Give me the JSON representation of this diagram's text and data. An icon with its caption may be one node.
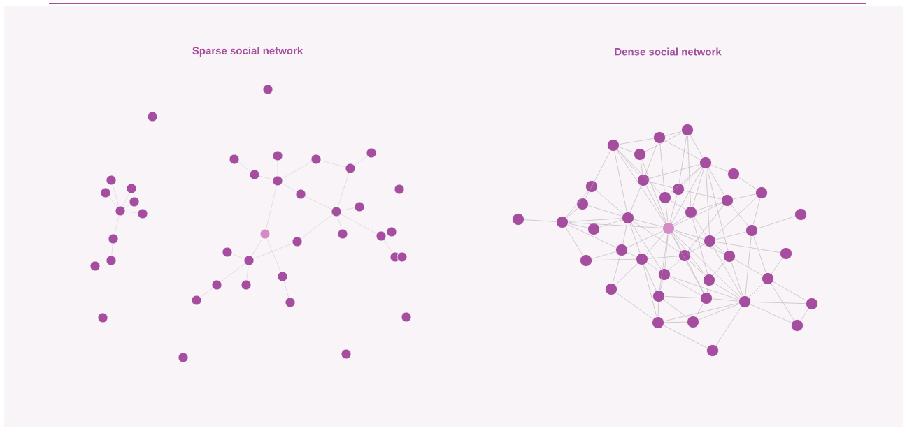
{
  "diagram": {
    "nodes": [
      {
        "text": [],
        "shape": "circle"
      },
      {
        "text": [],
        "shape": "circle"
      },
      {
        "text": [],
        "shape": "circle"
      },
      {
        "text": [],
        "shape": "circle"
      },
      {
        "text": [],
        "shape": "circle"
      },
      {
        "text": [],
        "shape": "circle"
      },
      {
        "text": [],
        "shape": "circle"
      },
      {
        "text": [],
        "shape": "circle"
      },
      {
        "text": [],
        "shape": "circle"
      },
      {
        "text": [],
        "shape": "circle"
      },
      {
        "text": [],
        "shape": "circle"
      },
      {
        "text": [],
        "shape": "circle"
      },
      {
        "text": [],
        "shape": "circle"
      },
      {
        "text": [],
        "shape": "circle"
      },
      {
        "text": [],
        "shape": "circle"
      },
      {
        "text": [],
        "shape": "circle"
      },
      {
        "text": [],
        "shape": "circle"
      },
      {
        "text": [],
        "shape": "circle"
      },
      {
        "text": [],
        "shape": "circle"
      },
      {
        "text": [],
        "shape": "circle"
      },
      {
        "text": [],
        "shape": "circle"
      },
      {
        "text": [],
        "shape": "circle"
      },
      {
        "text": [],
        "shape": "circle"
      },
      {
        "text": [],
        "shape": "circle"
      },
      {
        "text": [],
        "shape": "circle"
      },
      {
        "text": [],
        "shape": "circle"
      },
      {
        "text": [],
        "shape": "circle"
      },
      {
        "text": [],
        "shape": "circle"
      },
      {
        "text": [],
        "shape": "circle"
      },
      {
        "text": [],
        "shape": "circle"
      },
      {
        "text": [],
        "shape": "circle"
      },
      {
        "text": [],
        "shape": "circle"
      },
      {
        "text": [],
        "shape": "circle"
      },
      {
        "text": [],
        "shape": "circle"
      },
      {
        "text": [],
        "shape": "circle"
      },
      {
        "text": [],
        "shape": "circle"
      },
      {
        "text": [],
        "shape": "circle"
      },
      {
        "text": [],
        "shape": "circle"
      },
      {
        "text": [],
        "shape": "circle"
      },
      {
        "text": [],
        "shape": "circle"
      },
      {
        "text": [],
        "shape": "circle"
      },
      {
        "text": [],
        "shape": "circle"
      },
      {
        "text": [],
        "shape": "circle"
      },
      {
        "text": [],
        "shape": "circle"
      },
      {
        "text": [],
        "shape": "circle"
      },
      {
        "text": [],
        "shape": "circle"
      },
      {
        "text": [],
        "shape": "circle"
      },
      {
        "text": [],
        "shape": "circle"
      },
      {
        "text": [],
        "shape": "circle"
      },
      {
        "text": [],
        "shape": "circle"
      },
      {
        "text": [],
        "shape": "circle"
      },
      {
        "text": [],
        "shape": "circle"
      },
      {
        "text": [],
        "shape": "circle"
      },
      {
        "text": [],
        "shape": "circle"
      },
      {
        "text": [],
        "shape": "circle"
      },
      {
        "text": [],
        "shape": "circle"
      },
      {
        "text": [],
        "shape": "circle"
      },
      {
        "text": [],
        "shape": "circle"
      },
      {
        "text": [],
        "shape": "circle"
      },
      {
        "text": [],
        "shape": "circle"
      },
      {
        "text": [],
        "shape": "circle"
      },
      {
        "text": [],
        "shape": "circle"
      },
      {
        "text": [],
        "shape": "circle"
      },
      {
        "text": [],
        "shape": "circle"
      },
      {
        "text": [],
        "shape": "circle"
      },
      {
        "text": [],
        "shape": "circle"
      },
      {
        "text": [],
        "shape": "circle"
      },
      {
        "text": [],
        "shape": "circle"
      },
      {
        "text": [],
        "shape": "circle"
      },
      {
        "text": [],
        "shape": "circle"
      },
      {
        "text": [],
        "shape": "circle"
      },
      {
        "text": [],
        "shape": "circle"
      },
      {
        "text": [],
        "shape": "circle"
      },
      {
        "text": [],
        "shape": "circle"
      },
      {
        "text": [],
        "shape": "circle"
      },
      {
        "text": [],
        "shape": "circle"
      },
      {
        "text": [],
        "shape": "circle"
      },
      {
        "text": [],
        "shape": "circle"
      },
      {
        "text": [],
        "shape": "circle"
      },
      {
        "text": [],
        "shape": "circle"
      }
    ],
    "edges": [
      {
        "from": 2,
        "to": 6,
        "arrow": "none",
        "color": "#d9cdd6"
      },
      {
        "from": 3,
        "to": 6,
        "arrow": "none",
        "color": "#d9cdd6"
      },
      {
        "from": 4,
        "to": 6,
        "arrow": "none",
        "color": "#d9cdd6"
      },
      {
        "from": 5,
        "to": 6,
        "arrow": "none",
        "color": "#d9cdd6"
      },
      {
        "from": 6,
        "to": 7,
        "arrow": "none",
        "color": "#d9cdd6"
      },
      {
        "from": 6,
        "to": 8,
        "arrow": "none",
        "color": "#d9cdd6"
      },
      {
        "from": 8,
        "to": 9,
        "arrow": "none",
        "color": "#d9cdd6"
      },
      {
        "from": 13,
        "to": 17,
        "arrow": "none",
        "color": "#d9cdd6"
      },
      {
        "from": 17,
        "to": 18,
        "arrow": "none",
        "color": "#d9cdd6"
      },
      {
        "from": 14,
        "to": 18,
        "arrow": "none",
        "color": "#d9cdd6"
      },
      {
        "from": 18,
        "to": 15,
        "arrow": "none",
        "color": "#d9cdd6"
      },
      {
        "from": 15,
        "to": 19,
        "arrow": "none",
        "color": "#d9cdd6"
      },
      {
        "from": 19,
        "to": 16,
        "arrow": "none",
        "color": "#d9cdd6"
      },
      {
        "from": 19,
        "to": 22,
        "arrow": "none",
        "color": "#d9cdd6"
      },
      {
        "from": 18,
        "to": 20,
        "arrow": "none",
        "color": "#d9cdd6"
      },
      {
        "from": 20,
        "to": 22,
        "arrow": "none",
        "color": "#d9cdd6"
      },
      {
        "from": 22,
        "to": 23,
        "arrow": "none",
        "color": "#d9cdd6"
      },
      {
        "from": 22,
        "to": 25,
        "arrow": "none",
        "color": "#d9cdd6"
      },
      {
        "from": 22,
        "to": 26,
        "arrow": "none",
        "color": "#d9cdd6"
      },
      {
        "from": 26,
        "to": 31,
        "arrow": "none",
        "color": "#d9cdd6"
      },
      {
        "from": 18,
        "to": 24,
        "arrow": "none",
        "color": "#d9cdd6"
      },
      {
        "from": 24,
        "to": 30,
        "arrow": "none",
        "color": "#d9cdd6"
      },
      {
        "from": 24,
        "to": 33,
        "arrow": "none",
        "color": "#d9cdd6"
      },
      {
        "from": 33,
        "to": 37,
        "arrow": "none",
        "color": "#d9cdd6"
      },
      {
        "from": 22,
        "to": 28,
        "arrow": "none",
        "color": "#d9cdd6"
      },
      {
        "from": 28,
        "to": 30,
        "arrow": "none",
        "color": "#d9cdd6"
      },
      {
        "from": 29,
        "to": 30,
        "arrow": "none",
        "color": "#d9cdd6"
      },
      {
        "from": 30,
        "to": 34,
        "arrow": "none",
        "color": "#d9cdd6"
      },
      {
        "from": 34,
        "to": 36,
        "arrow": "none",
        "color": "#d9cdd6"
      },
      {
        "from": 30,
        "to": 35,
        "arrow": "none",
        "color": "#d9cdd6"
      },
      {
        "from": 40,
        "to": 41,
        "arrow": "none"
      },
      {
        "from": 41,
        "to": 47,
        "arrow": "none"
      },
      {
        "from": 41,
        "to": 48,
        "arrow": "none"
      },
      {
        "from": 41,
        "to": 56,
        "arrow": "none"
      },
      {
        "from": 41,
        "to": 57,
        "arrow": "none"
      },
      {
        "from": 41,
        "to": 66,
        "arrow": "none"
      },
      {
        "from": 41,
        "to": 58,
        "arrow": "none"
      },
      {
        "from": 41,
        "to": 61,
        "arrow": "none"
      },
      {
        "from": 42,
        "to": 44,
        "arrow": "none"
      },
      {
        "from": 42,
        "to": 43,
        "arrow": "none"
      },
      {
        "from": 42,
        "to": 46,
        "arrow": "none"
      },
      {
        "from": 42,
        "to": 56,
        "arrow": "none"
      },
      {
        "from": 42,
        "to": 48,
        "arrow": "none"
      },
      {
        "from": 42,
        "to": 58,
        "arrow": "none"
      },
      {
        "from": 42,
        "to": 49,
        "arrow": "none"
      },
      {
        "from": 43,
        "to": 46,
        "arrow": "none"
      },
      {
        "from": 43,
        "to": 58,
        "arrow": "none"
      },
      {
        "from": 43,
        "to": 45,
        "arrow": "none"
      },
      {
        "from": 44,
        "to": 45,
        "arrow": "none"
      },
      {
        "from": 44,
        "to": 49,
        "arrow": "none"
      },
      {
        "from": 44,
        "to": 51,
        "arrow": "none"
      },
      {
        "from": 44,
        "to": 46,
        "arrow": "none"
      },
      {
        "from": 45,
        "to": 51,
        "arrow": "none"
      },
      {
        "from": 45,
        "to": 50,
        "arrow": "none"
      },
      {
        "from": 45,
        "to": 55,
        "arrow": "none"
      },
      {
        "from": 46,
        "to": 56,
        "arrow": "none"
      },
      {
        "from": 46,
        "to": 58,
        "arrow": "none"
      },
      {
        "from": 46,
        "to": 50,
        "arrow": "none"
      },
      {
        "from": 46,
        "to": 51,
        "arrow": "none"
      },
      {
        "from": 47,
        "to": 56,
        "arrow": "none"
      },
      {
        "from": 48,
        "to": 56,
        "arrow": "none"
      },
      {
        "from": 49,
        "to": 58,
        "arrow": "none"
      },
      {
        "from": 49,
        "to": 51,
        "arrow": "none"
      },
      {
        "from": 49,
        "to": 55,
        "arrow": "none"
      },
      {
        "from": 50,
        "to": 58,
        "arrow": "none"
      },
      {
        "from": 50,
        "to": 51,
        "arrow": "none"
      },
      {
        "from": 50,
        "to": 54,
        "arrow": "none"
      },
      {
        "from": 51,
        "to": 52,
        "arrow": "none"
      },
      {
        "from": 51,
        "to": 58,
        "arrow": "none"
      },
      {
        "from": 51,
        "to": 54,
        "arrow": "none"
      },
      {
        "from": 51,
        "to": 55,
        "arrow": "none"
      },
      {
        "from": 51,
        "to": 63,
        "arrow": "none"
      },
      {
        "from": 51,
        "to": 65,
        "arrow": "none"
      },
      {
        "from": 52,
        "to": 53,
        "arrow": "none"
      },
      {
        "from": 53,
        "to": 54,
        "arrow": "none"
      },
      {
        "from": 53,
        "to": 60,
        "arrow": "none"
      },
      {
        "from": 53,
        "to": 63,
        "arrow": "none"
      },
      {
        "from": 54,
        "to": 58,
        "arrow": "none"
      },
      {
        "from": 54,
        "to": 55,
        "arrow": "none"
      },
      {
        "from": 54,
        "to": 60,
        "arrow": "none"
      },
      {
        "from": 54,
        "to": 64,
        "arrow": "none"
      },
      {
        "from": 55,
        "to": 58,
        "arrow": "none"
      },
      {
        "from": 55,
        "to": 63,
        "arrow": "none"
      },
      {
        "from": 55,
        "to": 69,
        "arrow": "none"
      },
      {
        "from": 56,
        "to": 58,
        "arrow": "none"
      },
      {
        "from": 56,
        "to": 61,
        "arrow": "none"
      },
      {
        "from": 56,
        "to": 62,
        "arrow": "none"
      },
      {
        "from": 56,
        "to": 64,
        "arrow": "none"
      },
      {
        "from": 56,
        "to": 67,
        "arrow": "none"
      },
      {
        "from": 56,
        "to": 57,
        "arrow": "none"
      },
      {
        "from": 58,
        "to": 61,
        "arrow": "none"
      },
      {
        "from": 58,
        "to": 62,
        "arrow": "none"
      },
      {
        "from": 58,
        "to": 63,
        "arrow": "none"
      },
      {
        "from": 58,
        "to": 64,
        "arrow": "none"
      },
      {
        "from": 58,
        "to": 65,
        "arrow": "none"
      },
      {
        "from": 58,
        "to": 67,
        "arrow": "none"
      },
      {
        "from": 58,
        "to": 69,
        "arrow": "none"
      },
      {
        "from": 58,
        "to": 72,
        "arrow": "none"
      },
      {
        "from": 58,
        "to": 73,
        "arrow": "none"
      },
      {
        "from": 58,
        "to": 74,
        "arrow": "none"
      },
      {
        "from": 59,
        "to": 60,
        "arrow": "none"
      },
      {
        "from": 60,
        "to": 63,
        "arrow": "none"
      },
      {
        "from": 60,
        "to": 70,
        "arrow": "none"
      },
      {
        "from": 60,
        "to": 74,
        "arrow": "none"
      },
      {
        "from": 61,
        "to": 62,
        "arrow": "none"
      },
      {
        "from": 61,
        "to": 66,
        "arrow": "none"
      },
      {
        "from": 61,
        "to": 71,
        "arrow": "none"
      },
      {
        "from": 62,
        "to": 66,
        "arrow": "none"
      },
      {
        "from": 62,
        "to": 67,
        "arrow": "none"
      },
      {
        "from": 62,
        "to": 72,
        "arrow": "none"
      },
      {
        "from": 62,
        "to": 76,
        "arrow": "none"
      },
      {
        "from": 62,
        "to": 64,
        "arrow": "none"
      },
      {
        "from": 63,
        "to": 64,
        "arrow": "none"
      },
      {
        "from": 63,
        "to": 65,
        "arrow": "none"
      },
      {
        "from": 63,
        "to": 68,
        "arrow": "none"
      },
      {
        "from": 63,
        "to": 74,
        "arrow": "none"
      },
      {
        "from": 64,
        "to": 67,
        "arrow": "none"
      },
      {
        "from": 64,
        "to": 69,
        "arrow": "none"
      },
      {
        "from": 64,
        "to": 73,
        "arrow": "none"
      },
      {
        "from": 65,
        "to": 69,
        "arrow": "none"
      },
      {
        "from": 65,
        "to": 74,
        "arrow": "none"
      },
      {
        "from": 65,
        "to": 70,
        "arrow": "none"
      },
      {
        "from": 67,
        "to": 72,
        "arrow": "none"
      },
      {
        "from": 67,
        "to": 73,
        "arrow": "none"
      },
      {
        "from": 67,
        "to": 74,
        "arrow": "none"
      },
      {
        "from": 68,
        "to": 70,
        "arrow": "none"
      },
      {
        "from": 69,
        "to": 73,
        "arrow": "none"
      },
      {
        "from": 69,
        "to": 74,
        "arrow": "none"
      },
      {
        "from": 70,
        "to": 74,
        "arrow": "none"
      },
      {
        "from": 70,
        "to": 75,
        "arrow": "none"
      },
      {
        "from": 70,
        "to": 78,
        "arrow": "none"
      },
      {
        "from": 71,
        "to": 76,
        "arrow": "none"
      },
      {
        "from": 71,
        "to": 62,
        "arrow": "none"
      },
      {
        "from": 72,
        "to": 76,
        "arrow": "none"
      },
      {
        "from": 72,
        "to": 77,
        "arrow": "none"
      },
      {
        "from": 72,
        "to": 73,
        "arrow": "none"
      },
      {
        "from": 73,
        "to": 77,
        "arrow": "none"
      },
      {
        "from": 73,
        "to": 74,
        "arrow": "none"
      },
      {
        "from": 74,
        "to": 77,
        "arrow": "none"
      },
      {
        "from": 74,
        "to": 78,
        "arrow": "none"
      },
      {
        "from": 74,
        "to": 79,
        "arrow": "none"
      },
      {
        "from": 74,
        "to": 75,
        "arrow": "none"
      },
      {
        "from": 75,
        "to": 78,
        "arrow": "none"
      },
      {
        "from": 76,
        "to": 77,
        "arrow": "none"
      },
      {
        "from": 76,
        "to": 79,
        "arrow": "none"
      },
      {
        "from": 76,
        "to": 74,
        "arrow": "none"
      }
    ],
    "labels": [
      "Sparse social network",
      "Dense social network"
    ]
  }
}
